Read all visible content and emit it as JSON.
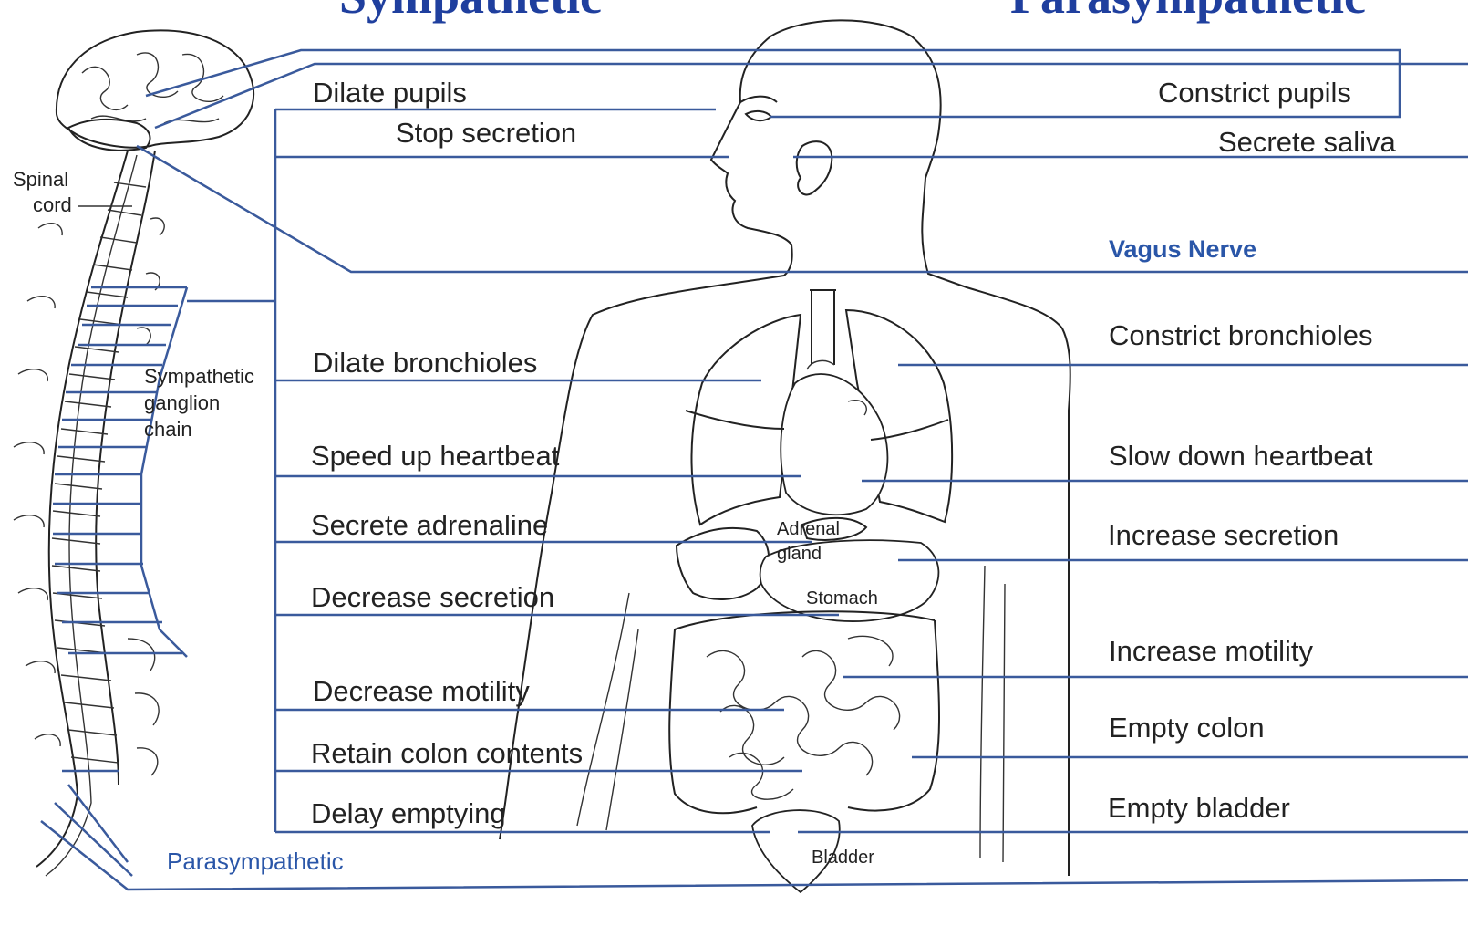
{
  "headers": {
    "sympathetic": "Sympathetic",
    "parasympathetic": "Parasympathetic"
  },
  "sympathetic_effects": [
    "Dilate pupils",
    "Stop secretion",
    "Dilate bronchioles",
    "Speed up heartbeat",
    "Secrete adrenaline",
    "Decrease secretion",
    "Decrease motility",
    "Retain colon contents",
    "Delay emptying"
  ],
  "parasympathetic_effects": [
    "Constrict pupils",
    "Secrete saliva",
    "Constrict bronchioles",
    "Slow down heartbeat",
    "Increase secretion",
    "Increase motility",
    "Empty colon",
    "Empty bladder"
  ],
  "anatomy_labels": {
    "spinal_cord_line1": "Spinal",
    "spinal_cord_line2": "cord",
    "ganglion_line1": "Sympathetic",
    "ganglion_line2": "ganglion",
    "ganglion_line3": "chain",
    "parasympathetic_bottom": "Parasympathetic",
    "vagus_nerve": "Vagus Nerve"
  },
  "organ_labels": {
    "adrenal_line1": "Adrenal",
    "adrenal_line2": "gland",
    "stomach": "Stomach",
    "bladder": "Bladder"
  },
  "colors": {
    "header": "#1f3f9e",
    "nerve": "#3a5a9c",
    "outline": "#222222"
  }
}
